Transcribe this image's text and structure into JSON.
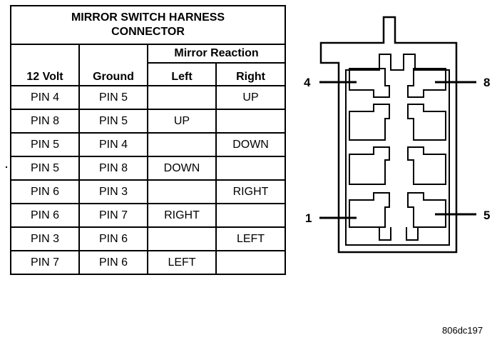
{
  "table": {
    "title_line1": "MIRROR SWITCH HARNESS",
    "title_line2": "CONNECTOR",
    "col_12v": "12 Volt",
    "col_ground": "Ground",
    "col_reaction": "Mirror Reaction",
    "col_left": "Left",
    "col_right": "Right",
    "rows": [
      {
        "v12": "PIN 4",
        "ground": "PIN 5",
        "left": "",
        "right": "UP"
      },
      {
        "v12": "PIN 8",
        "ground": "PIN 5",
        "left": "UP",
        "right": ""
      },
      {
        "v12": "PIN 5",
        "ground": "PIN 4",
        "left": "",
        "right": "DOWN"
      },
      {
        "v12": "PIN 5",
        "ground": "PIN 8",
        "left": "DOWN",
        "right": ""
      },
      {
        "v12": "PIN 6",
        "ground": "PIN 3",
        "left": "",
        "right": "RIGHT"
      },
      {
        "v12": "PIN 6",
        "ground": "PIN 7",
        "left": "RIGHT",
        "right": ""
      },
      {
        "v12": "PIN 3",
        "ground": "PIN 6",
        "left": "",
        "right": "LEFT"
      },
      {
        "v12": "PIN 7",
        "ground": "PIN 6",
        "left": "LEFT",
        "right": ""
      }
    ]
  },
  "connector": {
    "pin_top_left": "4",
    "pin_top_right": "8",
    "pin_bottom_left": "1",
    "pin_bottom_right": "5"
  },
  "footer": {
    "code": "806dc197"
  }
}
